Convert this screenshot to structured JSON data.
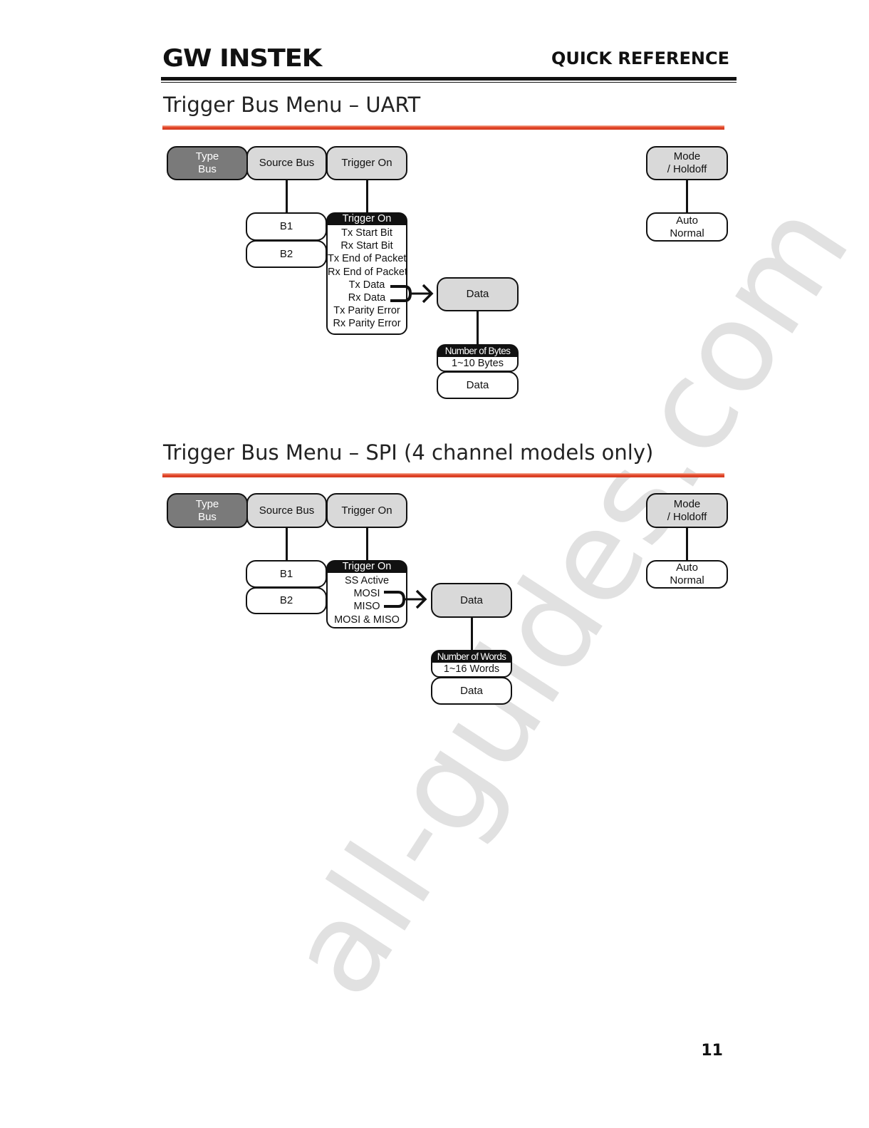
{
  "header": {
    "brand": "GW INSTEK",
    "section": "QUICK REFERENCE"
  },
  "watermark": "all-guides.com",
  "uart": {
    "title": "Trigger Bus Menu – UART",
    "type_bus": [
      "Type",
      "Bus"
    ],
    "source_bus": "Source Bus",
    "trigger_on": "Trigger On",
    "mode_holdoff": [
      "Mode",
      "/ Holdoff"
    ],
    "mode_options": [
      "Auto",
      "Normal"
    ],
    "source_options": [
      "B1",
      "B2"
    ],
    "trigger_on_list": {
      "header": "Trigger On",
      "items": [
        "Tx Start Bit",
        "Rx Start Bit",
        "Tx End of Packet",
        "Rx End of Packet",
        "Tx Data",
        "Rx Data",
        "Tx Parity Error",
        "Rx Parity Error"
      ]
    },
    "data_button": "Data",
    "param": {
      "header": "Number of Bytes",
      "value": "1~10 Bytes"
    },
    "data_sub_button": "Data"
  },
  "spi": {
    "title": "Trigger Bus Menu – SPI (4 channel models only)",
    "type_bus": [
      "Type",
      "Bus"
    ],
    "source_bus": "Source Bus",
    "trigger_on": "Trigger On",
    "mode_holdoff": [
      "Mode",
      "/ Holdoff"
    ],
    "mode_options": [
      "Auto",
      "Normal"
    ],
    "source_options": [
      "B1",
      "B2"
    ],
    "trigger_on_list": {
      "header": "Trigger On",
      "items": [
        "SS Active",
        "MOSI",
        "MISO",
        "MOSI & MISO"
      ]
    },
    "data_button": "Data",
    "param": {
      "header": "Number of Words",
      "value": "1~16 Words"
    },
    "data_sub_button": "Data"
  },
  "page_number": "11"
}
